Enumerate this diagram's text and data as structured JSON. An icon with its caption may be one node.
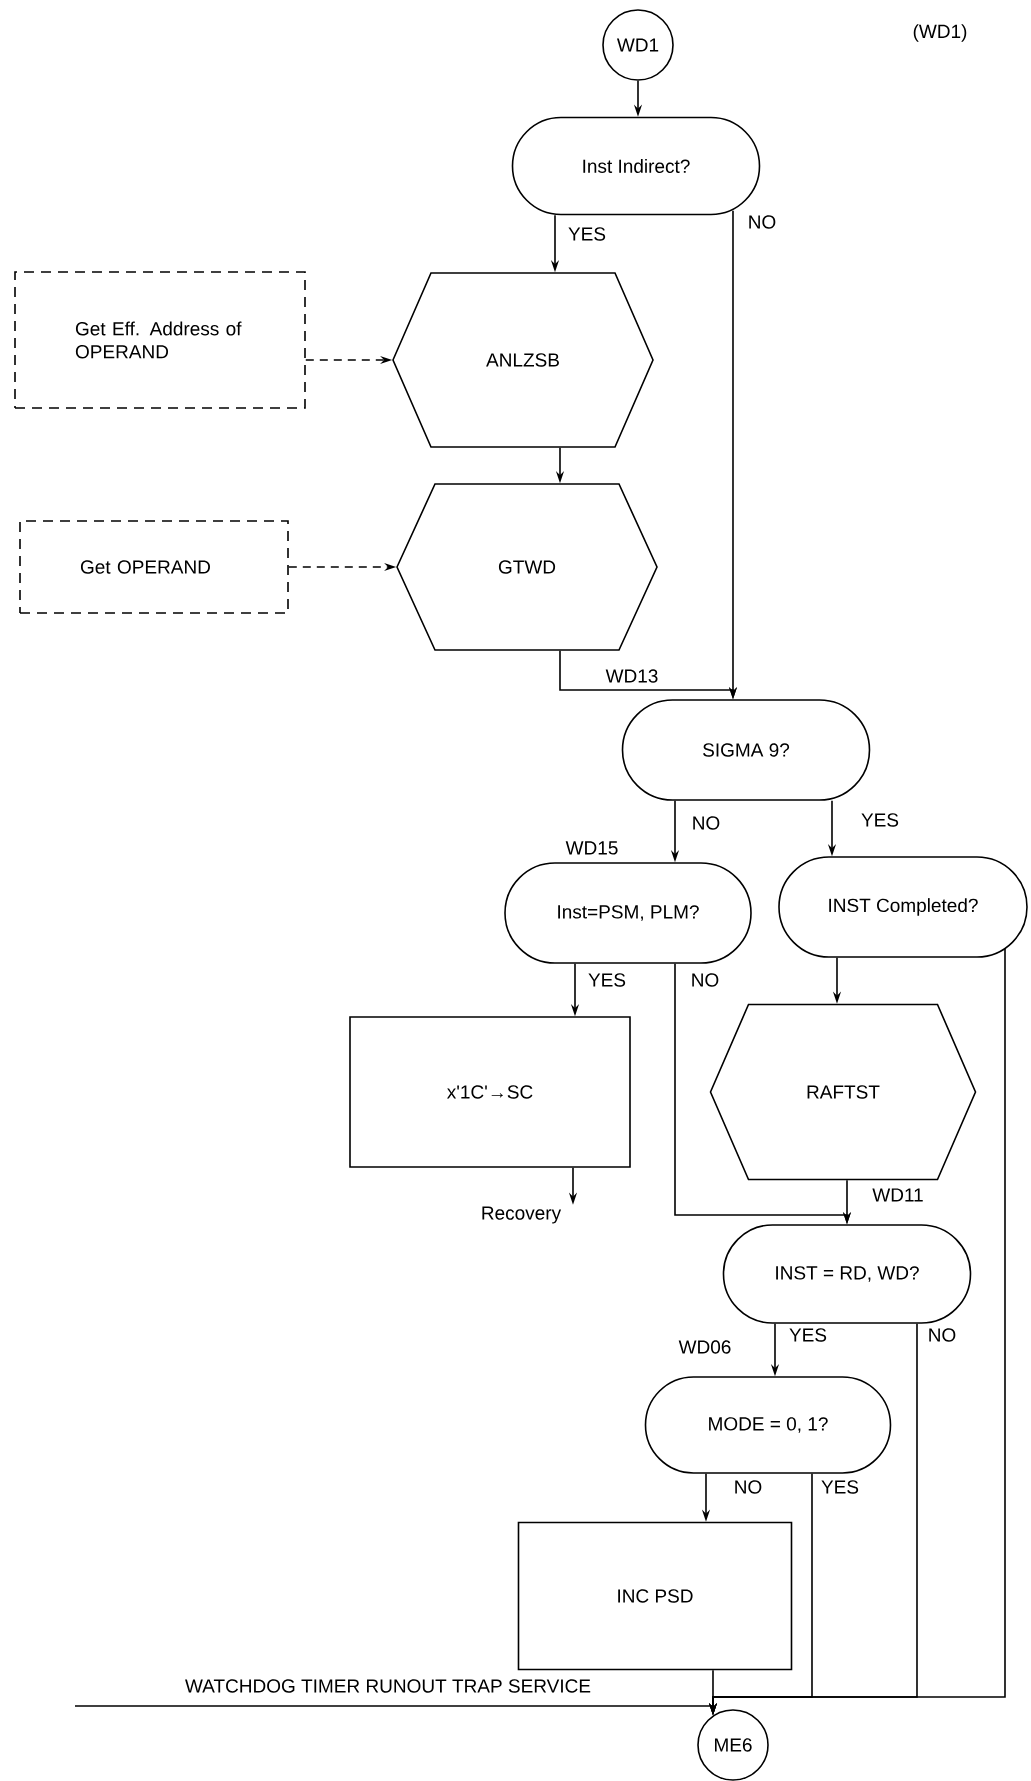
{
  "diagram": {
    "nodes": [
      {
        "text": [
          "WD1"
        ]
      },
      {
        "text": [
          "Inst Indirect?"
        ]
      },
      {
        "text": [
          "Get Eff. Address of OPERAND"
        ]
      },
      {
        "text": [
          "ANLZSB"
        ]
      },
      {
        "text": [
          "Get OPERAND"
        ]
      },
      {
        "text": [
          "GTWD"
        ]
      },
      {
        "text": [
          "SIGMA 9?"
        ]
      },
      {
        "text": [
          "Inst=PSM, PLM?"
        ],
        "beside": [
          "WD15"
        ]
      },
      {
        "text": [
          "INST Completed?"
        ]
      },
      {
        "text": [
          "x'1C'→SC"
        ]
      },
      {
        "text": [
          "Recovery"
        ]
      },
      {
        "text": [
          "RAFTST"
        ]
      },
      {
        "text": [
          "INST = RD, WD?"
        ]
      },
      {
        "text": [
          "MODE = 0, 1?"
        ],
        "beside": [
          "WD06"
        ]
      },
      {
        "text": [
          "INC PSD"
        ]
      },
      {
        "text": [
          "ME6"
        ]
      }
    ],
    "edges": [
      {
        "from": 0,
        "to": 1,
        "arrow": "to"
      },
      {
        "from": 1,
        "to": 3,
        "arrow": "to",
        "label": "YES"
      },
      {
        "from": 1,
        "to": 6,
        "arrow": "to",
        "label": "NO"
      },
      {
        "from": 2,
        "to": 3,
        "arrow": "to",
        "style": "dashed"
      },
      {
        "from": 3,
        "to": 5,
        "arrow": "to"
      },
      {
        "from": 4,
        "to": 5,
        "arrow": "to",
        "style": "dashed"
      },
      {
        "from": 5,
        "to": 6,
        "arrow": "to",
        "label": "WD13"
      },
      {
        "from": 6,
        "to": 7,
        "arrow": "to",
        "label": "NO"
      },
      {
        "from": 6,
        "to": 8,
        "arrow": "to",
        "label": "YES"
      },
      {
        "from": 7,
        "to": 9,
        "arrow": "to",
        "label": "YES"
      },
      {
        "from": 7,
        "to": 12,
        "arrow": "to",
        "label": "NO"
      },
      {
        "from": 8,
        "to": 11,
        "arrow": "to"
      },
      {
        "from": 8,
        "to": 15,
        "arrow": "to"
      },
      {
        "from": 9,
        "to": 10,
        "arrow": "to"
      },
      {
        "from": 11,
        "to": 12,
        "arrow": "to",
        "label": "WD11"
      },
      {
        "from": 12,
        "to": 13,
        "arrow": "to",
        "label": "YES"
      },
      {
        "from": 12,
        "to": 15,
        "arrow": "to",
        "label": "NO"
      },
      {
        "from": 13,
        "to": 14,
        "arrow": "to",
        "label": "NO"
      },
      {
        "from": 13,
        "to": 15,
        "arrow": "to",
        "label": "YES"
      },
      {
        "from": 14,
        "to": 15,
        "arrow": "to"
      }
    ],
    "labels": [
      "(WD1)",
      "WATCHDOG TIMER RUNOUT TRAP SERVICE"
    ]
  }
}
